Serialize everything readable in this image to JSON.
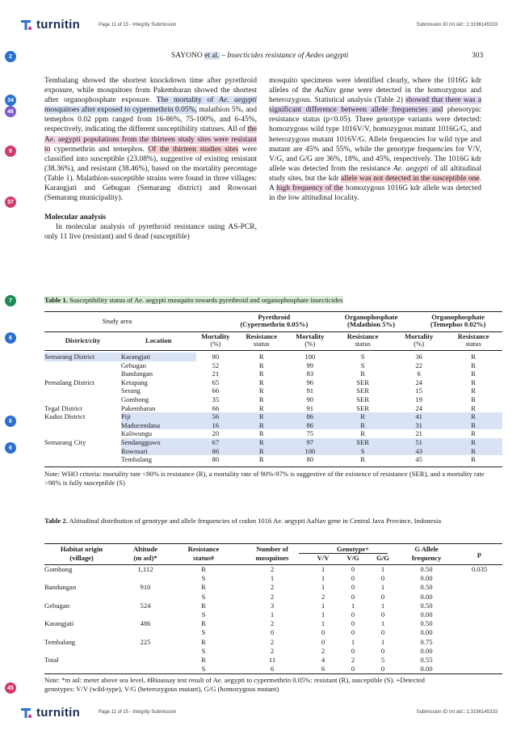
{
  "header": {
    "logo_text": "turnitin",
    "page_info": "Page 11 of 15 - Integrity Submission",
    "submission_id": "Submission ID trn:oid:::1:3196145333"
  },
  "running_head": {
    "left": "SAYONO",
    "etal": "et al.",
    "title": "– Insecticides resistance of Aedes aegypti",
    "page_number": "303"
  },
  "badges": [
    {
      "label": "2",
      "color": "#2a6fd1"
    },
    {
      "label": "34",
      "color": "#2a6fd1"
    },
    {
      "label": "46",
      "color": "#7b5cc9"
    },
    {
      "label": "9",
      "color": "#d23a6c"
    },
    {
      "label": "37",
      "color": "#d23a6c"
    },
    {
      "label": "7",
      "color": "#1e8a55"
    },
    {
      "label": "6",
      "color": "#2a6fd1"
    },
    {
      "label": "6",
      "color": "#2a6fd1"
    },
    {
      "label": "6",
      "color": "#2a6fd1"
    },
    {
      "label": "45",
      "color": "#d23a6c"
    }
  ],
  "left_column": {
    "para1": [
      "Tembalang showed the shortest knockdown time after pyrethroid exposure, while mosquitoes from Pakembaran showed the shortest after organophosphate exposure. ",
      "The mortality of ",
      "Ae. aegypti",
      " mosquitoes after exposed to cypermethrin 0.05%,",
      " malathion 5%, and temephos 0.02 ppm ranged from 16-86%, 75-100%, and 6-45%, respectively, indicating the different susceptibility statuses. All of ",
      "the Ae. aegypti populations from the thirteen study sites were resistant to",
      " cypermethrin and temephos. ",
      "Of the thirteen studies sites",
      " were classified into susceptible (23.08%), suggestive of existing resistant (38.36%), and resistant (38.46%), based on the mortality percentage (Table 1). Malathion-susceptible strains were found in three villages: Karangjati and Gebugan (Semarang district) and Rowosari (Semarang municipality)."
    ],
    "heading": "Molecular analysis",
    "para2": "In molecular analysis of pyrethroid resistance using AS-PCR, only 11 live (resistant) and 6 dead (susceptible)"
  },
  "right_column": {
    "para": [
      "mosquito specimens were identified clearly, where the 1016G kdr alleles of the ",
      "AaNav",
      " gene were detected in the homozygous and heterozygous. Statistical analysis (Table 2) ",
      "showed that there was a significant difference between allele frequencies and",
      " phenotypic resistance status (p<0.05). Three genotype variants were detected: homozygous wild type 1016V/V, homozygous mutant 1016G/G, and heterozygous mutant 1016V/G. Allele frequencies for wild type and mutant are 45% and 55%, while the genotype frequencies for V/V, V/G, and G/G are 36%, 18%, and 45%, respectively. The 1016G kdr allele was detected from the resistance ",
      "Ae. aegypti",
      " of all altitudinal study sites, but the kdr ",
      "allele was not detected in the susceptible one",
      ". A ",
      "high frequency of the",
      " homozygous 1016G kdr allele was detected in the low altitudinal locality."
    ]
  },
  "table1": {
    "caption_bold": "Table 1.",
    "caption": " Susceptibility status of Ae. aegypti mosquito towards pyrethroid and organophosphate insecticides",
    "group_headers": [
      "Study area",
      "Pyrethroid",
      "(Cypermethrin 0.05%)",
      "Organophosphate",
      "(Malathion 5%)",
      "Organophosphate",
      "(Temephos 0.02%)"
    ],
    "col_headers": [
      "District/city",
      "Location",
      "Mortality",
      "(%)",
      "Resistance",
      "status",
      "Mortality",
      "(%)",
      "Resistance",
      "status",
      "Mortality",
      "(%)",
      "Resistance",
      "status"
    ],
    "rows": [
      [
        "Semarang District",
        "Karangjati",
        "80",
        "R",
        "100",
        "S",
        "36",
        "R"
      ],
      [
        "",
        "Gebugan",
        "52",
        "R",
        "99",
        "S",
        "22",
        "R"
      ],
      [
        "",
        "Bandungan",
        "21",
        "R",
        "83",
        "R",
        "6",
        "R"
      ],
      [
        "Pemalang District",
        "Ketapang",
        "65",
        "R",
        "96",
        "SER",
        "24",
        "R"
      ],
      [
        "",
        "Serang",
        "66",
        "R",
        "91",
        "SER",
        "15",
        "R"
      ],
      [
        "",
        "Gombong",
        "35",
        "R",
        "90",
        "SER",
        "19",
        "R"
      ],
      [
        "Tegal District",
        "Pakembaran",
        "66",
        "R",
        "91",
        "SER",
        "24",
        "R"
      ],
      [
        "Kudus District",
        "Piji",
        "56",
        "R",
        "86",
        "R",
        "41",
        "R"
      ],
      [
        "",
        "Maducendana",
        "16",
        "R",
        "86",
        "R",
        "31",
        "R"
      ],
      [
        "",
        "Kaliwungu",
        "20",
        "R",
        "75",
        "R",
        "21",
        "R"
      ],
      [
        "Semarang City",
        "Sendangguwo",
        "67",
        "R",
        "97",
        "SER",
        "51",
        "R"
      ],
      [
        "",
        "Rowosari",
        "86",
        "R",
        "100",
        "S",
        "43",
        "R"
      ],
      [
        "",
        "Tembalang",
        "80",
        "R",
        "80",
        "R",
        "45",
        "R"
      ]
    ],
    "note": "Note: WHO criteria: mortality rate <90% is resistance (R), a mortality rate of 90%-97% is suggestive of the existence of resistance (SER), and a mortality rate >98% is fully susceptible (S)"
  },
  "table2": {
    "caption_bold": "Table 2.",
    "caption": " Altitudinal distribution of genotype and allele frequencies of codon 1016 Ae. aegypti AaNav gene in Central Java Province, Indonesia",
    "headers": {
      "habitat": "Habitat origin",
      "habitat2": "(village)",
      "altitude": "Altitude",
      "altitude2": "(m asl)*",
      "resistance": "Resistance",
      "resistance2": "status#",
      "number": "Number of",
      "number2": "mosquitoes",
      "genotype": "Genotype+",
      "vv": "V/V",
      "vg": "V/G",
      "gg": "G/G",
      "allele": "G Allele",
      "allele2": "frequency",
      "p": "p"
    },
    "rows": [
      [
        "Gombong",
        "1,112",
        "R",
        "2",
        "1",
        "0",
        "1",
        "0.50",
        "0.035"
      ],
      [
        "",
        "",
        "S",
        "1",
        "1",
        "0",
        "0",
        "0.00",
        ""
      ],
      [
        "Bandungan",
        "910",
        "R",
        "2",
        "1",
        "0",
        "1",
        "0.50",
        ""
      ],
      [
        "",
        "",
        "S",
        "2",
        "2",
        "0",
        "0",
        "0.00",
        ""
      ],
      [
        "Gebugan",
        "524",
        "R",
        "3",
        "1",
        "1",
        "1",
        "0.50",
        ""
      ],
      [
        "",
        "",
        "S",
        "1",
        "1",
        "0",
        "0",
        "0.00",
        ""
      ],
      [
        "Karangjati",
        "486",
        "R",
        "2",
        "1",
        "0",
        "1",
        "0.50",
        ""
      ],
      [
        "",
        "",
        "S",
        "0",
        "0",
        "0",
        "0",
        "0.00",
        ""
      ],
      [
        "Tembalang",
        "225",
        "R",
        "2",
        "0",
        "1",
        "1",
        "0.75",
        ""
      ],
      [
        "",
        "",
        "S",
        "2",
        "2",
        "0",
        "0",
        "0.00",
        ""
      ],
      [
        "Total",
        "",
        "R",
        "11",
        "4",
        "2",
        "5",
        "0.55",
        ""
      ],
      [
        "",
        "",
        "S",
        "6",
        "6",
        "0",
        "0",
        "0.00",
        ""
      ]
    ],
    "note1": "Note: *m asl: meter above sea level, #Bioassay test result of Ae. aegypti to cypermethrin 0.05%: resistant (R), susceptible (S). +Detected",
    "note2": "genotypes: V/V (wild-type), V/G (heterozygous mutant), G/G (homozygous mutant)"
  },
  "footer": {
    "logo_text": "turnitin",
    "page_info": "Page 11 of 15 - Integrity Submission",
    "submission_id": "Submission ID trn:oid:::1:3196145333"
  }
}
